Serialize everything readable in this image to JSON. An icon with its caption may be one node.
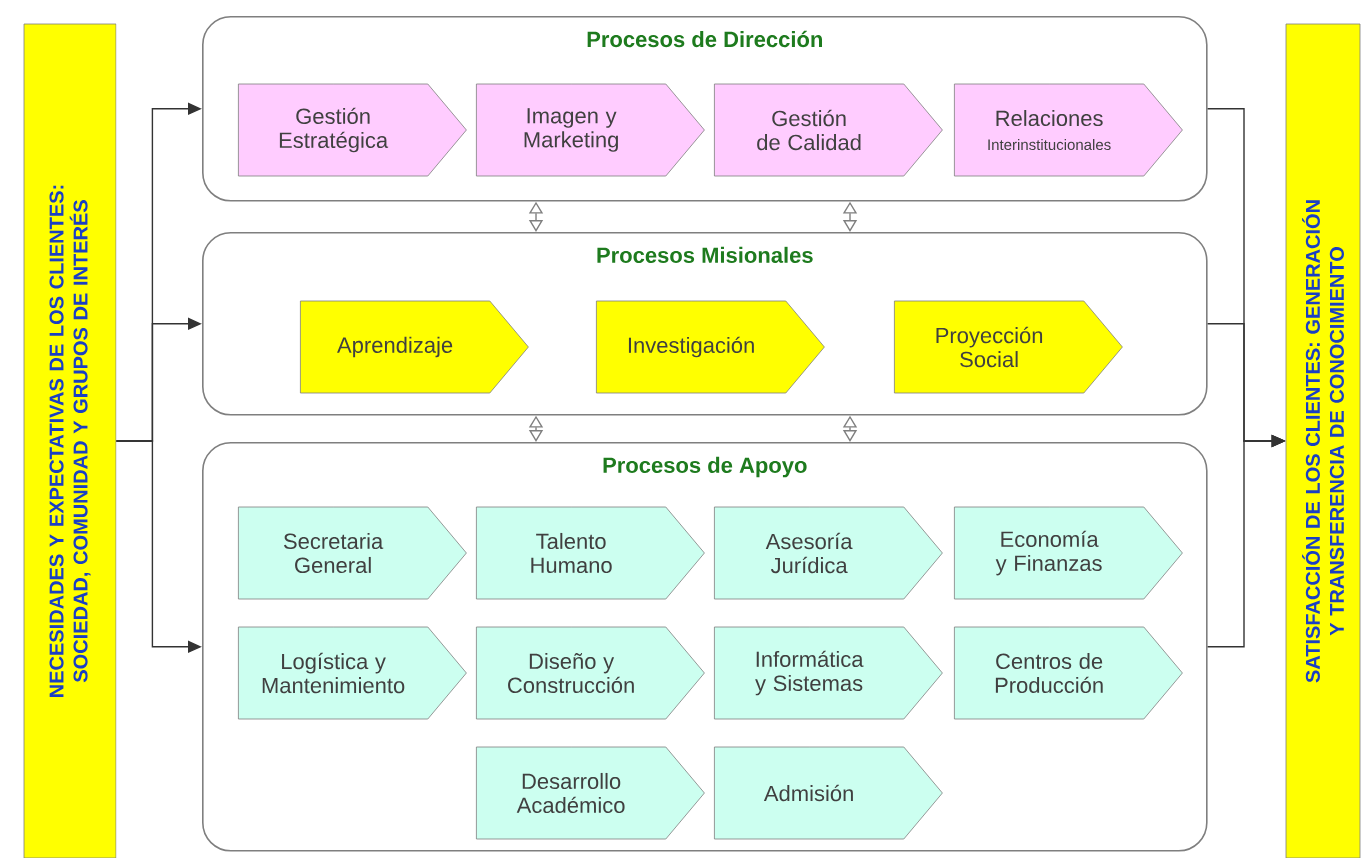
{
  "diagram": {
    "nodes": [
      {
        "text": [
          "NECESIDADES Y EXPECTATIVAS DE LOS CLIENTES: SOCIEDAD, COMUNIDAD Y GRUPOS DE INTERÉS"
        ]
      },
      {
        "text": [
          "Procesos de Dirección"
        ]
      },
      {
        "text": [
          "Gestión Estratégica"
        ],
        "in": 1
      },
      {
        "text": [
          "Imagen y Marketing"
        ],
        "in": 1
      },
      {
        "text": [
          "Gestión de Calidad"
        ],
        "in": 1
      },
      {
        "text": [
          "Relaciones",
          "Interinstitucionales"
        ],
        "in": 1
      },
      {
        "text": [
          "Procesos  Misionales"
        ]
      },
      {
        "text": [
          "Aprendizaje"
        ],
        "in": 6
      },
      {
        "text": [
          "Investigación"
        ],
        "in": 6
      },
      {
        "text": [
          "Proyección Social"
        ],
        "in": 6
      },
      {
        "text": [
          "Procesos de Apoyo"
        ]
      },
      {
        "text": [
          "Secretaria General"
        ],
        "in": 10
      },
      {
        "text": [
          "Talento Humano"
        ],
        "in": 10
      },
      {
        "text": [
          "Asesoría Jurídica"
        ],
        "in": 10
      },
      {
        "text": [
          "Economía y Finanzas"
        ],
        "in": 10
      },
      {
        "text": [
          "Logística y Mantenimiento"
        ],
        "in": 10
      },
      {
        "text": [
          "Diseño y Construcción"
        ],
        "in": 10
      },
      {
        "text": [
          "Informática y Sistemas"
        ],
        "in": 10
      },
      {
        "text": [
          "Centros de Producción"
        ],
        "in": 10
      },
      {
        "text": [
          "Desarrollo Académico"
        ],
        "in": 10
      },
      {
        "text": [
          "Admisión"
        ],
        "in": 10
      },
      {
        "text": [
          "SATISFACCIÓN DE LOS CLIENTES: GENERACIÓN Y TRANSFERENCIA DE CONOCIMIENTO"
        ]
      }
    ],
    "edges": [
      {
        "from": 0,
        "to": 1,
        "arrow": "to"
      },
      {
        "from": 0,
        "to": 6,
        "arrow": "to"
      },
      {
        "from": 0,
        "to": 10,
        "arrow": "to"
      },
      {
        "from": 1,
        "to": 21,
        "arrow": "to"
      },
      {
        "from": 6,
        "to": 21,
        "arrow": "to"
      },
      {
        "from": 10,
        "to": 21,
        "arrow": "to"
      },
      {
        "from": 1,
        "to": 6,
        "arrow": "both"
      },
      {
        "from": 1,
        "to": 6,
        "arrow": "both"
      },
      {
        "from": 6,
        "to": 10,
        "arrow": "both"
      },
      {
        "from": 6,
        "to": 10,
        "arrow": "both"
      }
    ]
  }
}
